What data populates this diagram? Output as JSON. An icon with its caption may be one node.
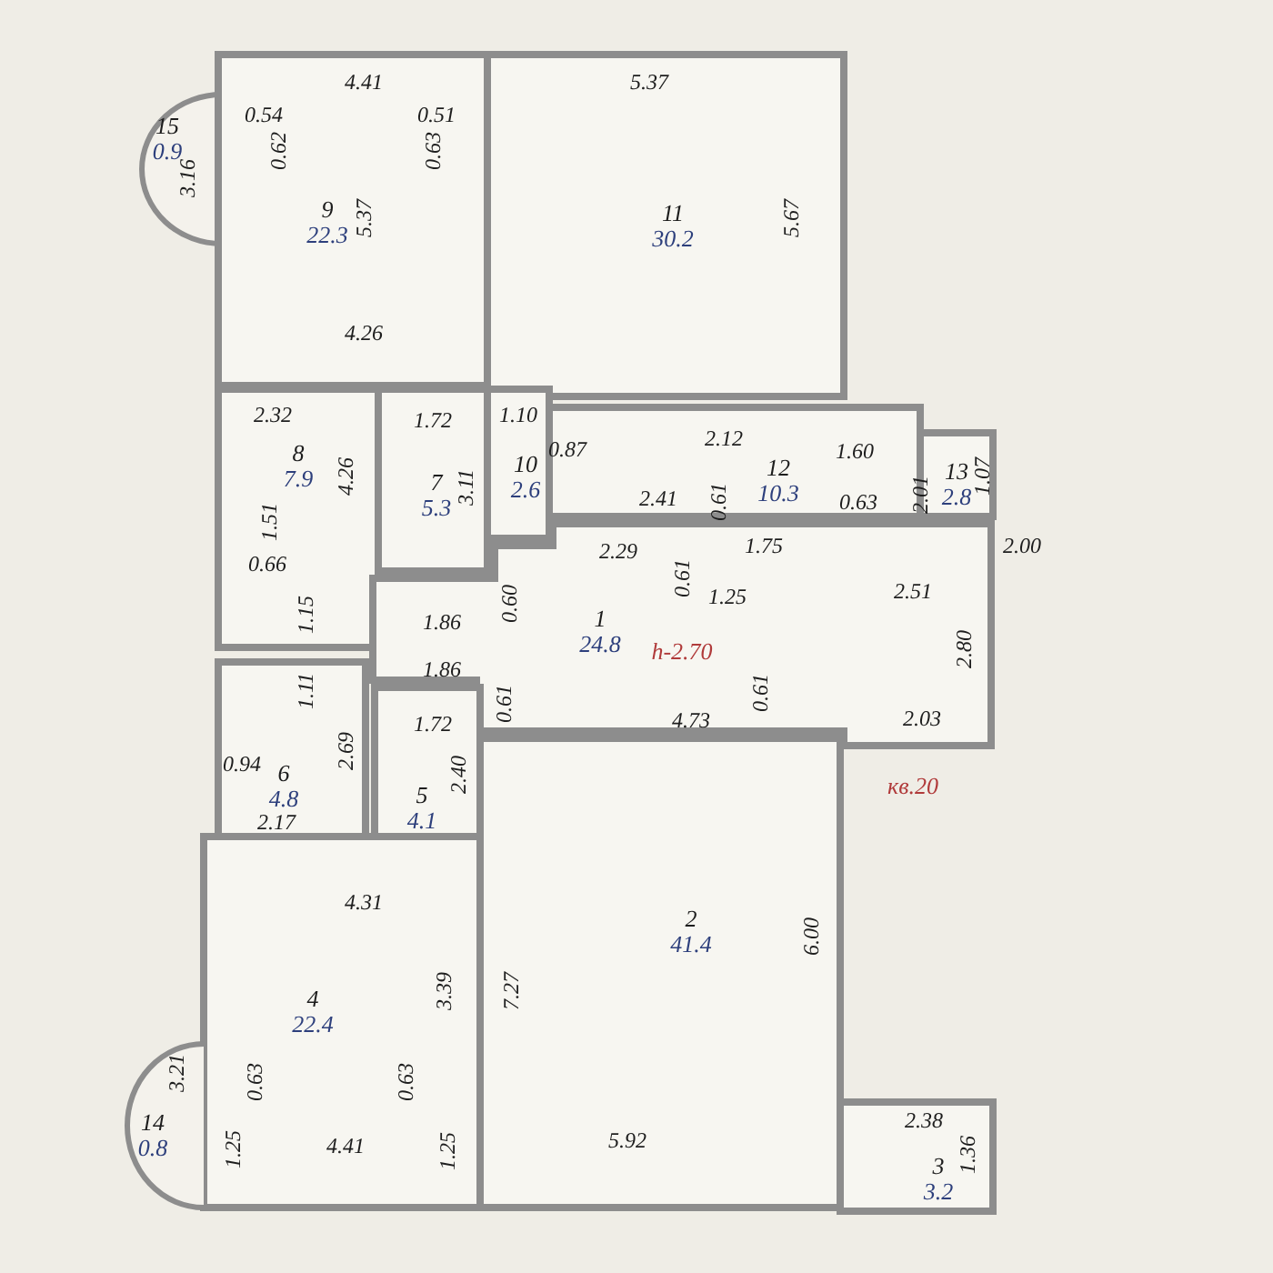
{
  "diagram": {
    "nodes": [
      {
        "text": [
          "15",
          "0.9"
        ]
      },
      {
        "text": [
          "9",
          "22.3"
        ]
      },
      {
        "text": [
          "11",
          "30.2"
        ]
      },
      {
        "text": [
          "8",
          "7.9"
        ]
      },
      {
        "text": [
          "7",
          "5.3"
        ]
      },
      {
        "text": [
          "10",
          "2.6"
        ]
      },
      {
        "text": [
          "12",
          "10.3"
        ]
      },
      {
        "text": [
          "13",
          "2.8"
        ]
      },
      {
        "text": [
          "1",
          "24.8"
        ]
      },
      {
        "text": [
          "6",
          "4.8"
        ]
      },
      {
        "text": [
          "5",
          "4.1"
        ]
      },
      {
        "text": [
          "4",
          "22.4"
        ]
      },
      {
        "text": [
          "2",
          "41.4"
        ]
      },
      {
        "text": [
          "14",
          "0.8"
        ]
      },
      {
        "text": [
          "3",
          "3.2"
        ]
      }
    ],
    "labels": [
      "4.41",
      "5.37",
      "0.54",
      "0.51",
      "0.62",
      "0.63",
      "3.16",
      "5.37",
      "5.67",
      "4.26",
      "2.32",
      "1.72",
      "1.10",
      "0.87",
      "2.12",
      "1.60",
      "4.26",
      "3.11",
      "2.41",
      "0.61",
      "0.63",
      "2.01",
      "1.07",
      "1.51",
      "2.29",
      "1.75",
      "2.00",
      "0.66",
      "1.15",
      "1.86",
      "0.60",
      "0.61",
      "1.25",
      "2.51",
      "1.86",
      "h-2.70",
      "2.80",
      "1.11",
      "1.72",
      "0.61",
      "4.73",
      "0.61",
      "2.03",
      "0.94",
      "2.69",
      "2.40",
      "кв.20",
      "2.17",
      "4.31",
      "6.00",
      "3.39",
      "7.27",
      "3.21",
      "0.63",
      "0.63",
      "2.38",
      "1.25",
      "4.41",
      "1.25",
      "5.92",
      "1.36"
    ]
  }
}
